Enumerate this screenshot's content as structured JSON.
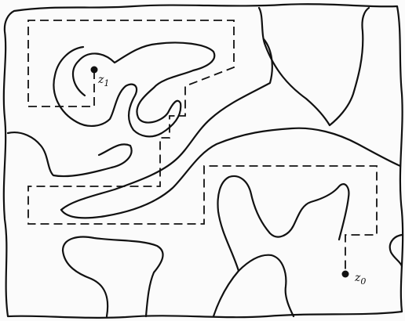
{
  "figure": {
    "labels": [
      {
        "id": "z1",
        "base": "z",
        "sub": "1"
      },
      {
        "id": "z0",
        "base": "z",
        "sub": "0"
      }
    ],
    "colors": {
      "ink": "#111111",
      "background": "#fbfbfb"
    }
  }
}
